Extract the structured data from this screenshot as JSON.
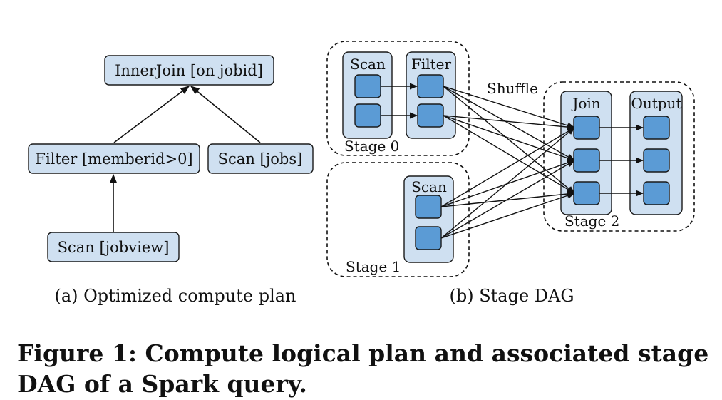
{
  "plan": {
    "inner_join": "InnerJoin [on jobid]",
    "filter": "Filter [memberid>0]",
    "scan_jobs": "Scan [jobs]",
    "scan_jobview": "Scan [jobview]",
    "caption": "(a) Optimized compute plan"
  },
  "dag": {
    "scan_label": "Scan",
    "filter_label": "Filter",
    "scan2_label": "Scan",
    "join_label": "Join",
    "output_label": "Output",
    "shuffle_label": "Shuffle",
    "stage0": "Stage 0",
    "stage1": "Stage 1",
    "stage2": "Stage 2",
    "caption": "(b) Stage DAG"
  },
  "figure_caption": "Figure 1: Compute logical plan and associated stage DAG of a Spark query.",
  "colors": {
    "box_fill": "#cfe0f1",
    "task_fill": "#5b9bd5",
    "stroke": "#1a1a1a"
  }
}
